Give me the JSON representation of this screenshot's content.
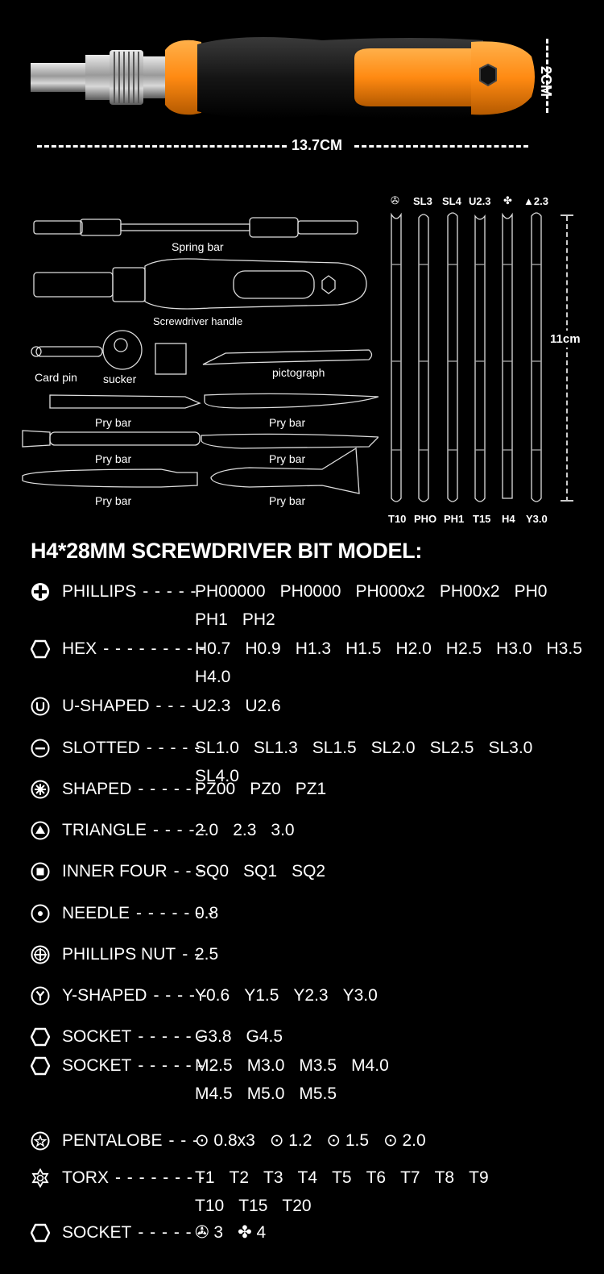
{
  "top_dims": {
    "length": "13.7CM",
    "height": "2CM"
  },
  "tools": {
    "spring_bar": "Spring bar",
    "handle": "Screwdriver handle",
    "card_pin": "Card pin",
    "sucker": "sucker",
    "pictograph": "pictograph",
    "pry_bar": "Pry bar",
    "bits_length": "11cm"
  },
  "bits_top_labels": [
    "SL3",
    "SL4",
    "U2.3",
    "▲2.3"
  ],
  "bits_bottom_labels": [
    "T10",
    "PHO",
    "PH1",
    "T15",
    "H4",
    "Y3.0"
  ],
  "title": "H4*28MM SCREWDRIVER BIT MODEL:",
  "rows": [
    {
      "icon": "phillips-icon",
      "name": "PHILLIPS",
      "dashes": "- - - - -",
      "values": [
        "PH00000",
        "PH0000",
        "PH000x2",
        "PH00x2",
        "PH0",
        "PH1",
        "PH2"
      ]
    },
    {
      "icon": "hex-icon",
      "name": "HEX",
      "dashes": "- - - - - - - - -",
      "values": [
        "H0.7",
        "H0.9",
        "H1.3",
        "H1.5",
        "H2.0",
        "H2.5",
        "H3.0",
        "H3.5",
        "H4.0"
      ]
    },
    {
      "icon": "u-shaped-icon",
      "name": "U-SHAPED",
      "dashes": "- - - -",
      "values": [
        "U2.3",
        "U2.6"
      ]
    },
    {
      "icon": "slotted-icon",
      "name": "SLOTTED",
      "dashes": "- - - - -",
      "values": [
        "SL1.0",
        "SL1.3",
        "SL1.5",
        "SL2.0",
        "SL2.5",
        "SL3.0",
        "SL4.0"
      ]
    },
    {
      "icon": "shaped-icon",
      "name": "SHAPED",
      "dashes": "- - - - - -",
      "values": [
        "PZ00",
        "PZ0",
        "PZ1"
      ]
    },
    {
      "icon": "triangle-icon",
      "name": "TRIANGLE",
      "dashes": "- - - - -",
      "values": [
        "2.0",
        "2.3",
        "3.0"
      ]
    },
    {
      "icon": "inner-four-icon",
      "name": "INNER FOUR",
      "dashes": "- - -",
      "values": [
        "SQ0",
        "SQ1",
        "SQ2"
      ]
    },
    {
      "icon": "needle-icon",
      "name": "NEEDLE",
      "dashes": "- - - - - - -",
      "values": [
        "0.8"
      ]
    },
    {
      "icon": "phillips-nut-icon",
      "name": "PHILLIPS NUT",
      "dashes": "- -",
      "values": [
        "2.5"
      ]
    },
    {
      "icon": "y-shaped-icon",
      "name": "Y-SHAPED",
      "dashes": "- - - - -",
      "values": [
        "Y0.6",
        "Y1.5",
        "Y2.3",
        "Y3.0"
      ]
    },
    {
      "icon": "socket-icon",
      "name": "SOCKET",
      "dashes": "- - - - - -",
      "values": [
        "G3.8",
        "G4.5"
      ]
    },
    {
      "icon": "socket-icon",
      "name": "SOCKET",
      "dashes": "- - - - - -",
      "values": [
        "M2.5",
        "M3.0",
        "M3.5",
        "M4.0",
        "M4.5",
        "M5.0",
        "M5.5"
      ]
    },
    {
      "icon": "pentalobe-icon",
      "name": "PENTALOBE",
      "dashes": "- - -",
      "values": [
        "⊙ 0.8x3",
        "⊙ 1.2",
        "⊙ 1.5",
        "⊙ 2.0"
      ]
    },
    {
      "icon": "torx-icon",
      "name": "TORX",
      "dashes": "- - - - - - - -",
      "values": [
        "T1",
        "T2",
        "T3",
        "T4",
        "T5",
        "T6",
        "T7",
        "T8",
        "T9",
        "T10",
        "T15",
        "T20"
      ]
    },
    {
      "icon": "socket-icon",
      "name": "SOCKET",
      "dashes": "- - - - - -",
      "values": [
        "✇ 3",
        "✤ 4"
      ]
    }
  ]
}
